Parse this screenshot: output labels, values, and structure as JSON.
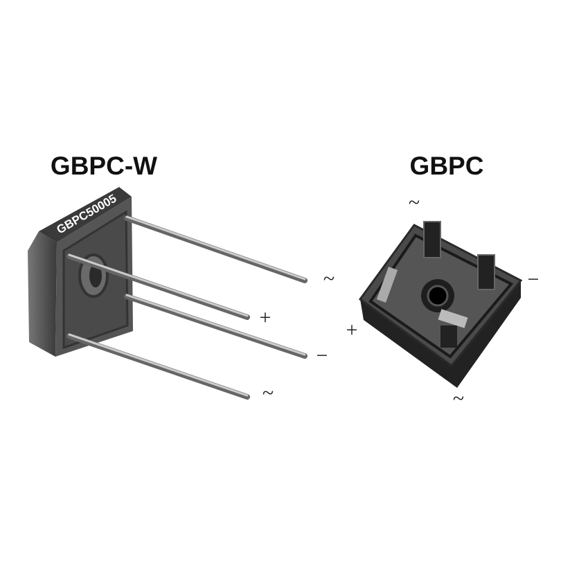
{
  "left_component": {
    "title": "GBPC-W",
    "body_marking": "GBPC50005",
    "pin_labels": [
      "~",
      "+",
      "−",
      "~"
    ]
  },
  "right_component": {
    "title": "GBPC",
    "pin_labels": [
      "~",
      "−",
      "+",
      "~"
    ]
  },
  "colors": {
    "body": "#4a4a4a",
    "body_dark": "#2a2a2a",
    "pin": "#9a9a9a",
    "text": "#111111"
  }
}
